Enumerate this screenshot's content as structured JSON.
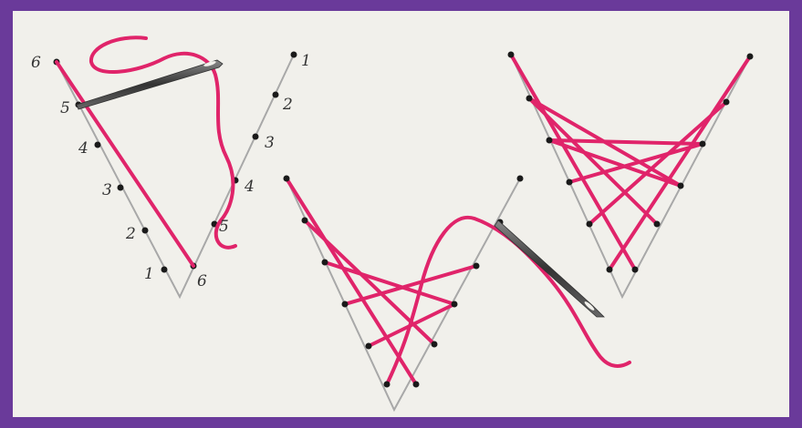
{
  "colors": {
    "frame": "#6a3a9a",
    "paper": "#f1f0eb",
    "thread": "#e0246a",
    "guide_line": "#a8a8a8",
    "dot": "#1a1a1a",
    "needle": "#555555"
  },
  "diagram1": {
    "left_labels": [
      "6",
      "5",
      "4",
      "3",
      "2",
      "1"
    ],
    "right_labels": [
      "1",
      "2",
      "3",
      "4",
      "5",
      "6"
    ]
  },
  "icons": [
    "needle-icon",
    "needle-icon"
  ]
}
